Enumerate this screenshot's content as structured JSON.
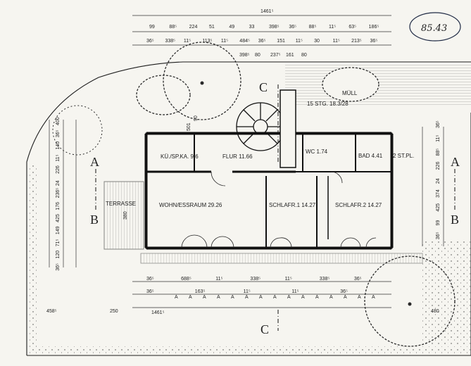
{
  "stamp": {
    "text": "85.43",
    "ink": "#1f2a44"
  },
  "colors": {
    "line": "#1d1d1d",
    "paper": "#f6f5f0",
    "tree": "#2a2a2a"
  },
  "rooms": [
    {
      "key": "kitchen",
      "label": "KÜ./SP.KA. 9.6"
    },
    {
      "key": "hall",
      "label": "FLUR 11.66"
    },
    {
      "key": "wc",
      "label": "WC 1.74"
    },
    {
      "key": "bath",
      "label": "BAD 4.41"
    },
    {
      "key": "living",
      "label": "WOHN/ESSRAUM 29.26"
    },
    {
      "key": "bed1",
      "label": "SCHLAFR.1 14.27"
    },
    {
      "key": "bed2",
      "label": "SCHLAFR.2 14.27"
    }
  ],
  "labels": {
    "terrace": "TERRASSE",
    "terrace_dim": "380",
    "muell": "MÜLL",
    "stairs": "15 STG. 18.3/28",
    "parking": "2 ST.PL."
  },
  "sections": {
    "a": "A",
    "b": "B",
    "c": "C"
  },
  "top_dims": {
    "overall": "1461⁵",
    "row1": [
      "99",
      "88⁵",
      "224",
      "51",
      "49",
      "33",
      "398⁵",
      "36⁵",
      "88⁵",
      "11⁵",
      "63⁵",
      "186⁵"
    ],
    "row2": [
      "36⁵",
      "338⁵",
      "11⁵",
      "113⁵",
      "11⁵",
      "484⁵",
      "36⁵",
      "151",
      "11⁵",
      "30",
      "11⁵",
      "213⁵",
      "36⁵"
    ],
    "row3": [
      "398⁵",
      "80",
      "237⁵",
      "161",
      "80"
    ]
  },
  "left_dims": [
    "400",
    "36⁵",
    "140",
    "11⁵",
    "226",
    "24",
    "236⁵",
    "176",
    "425",
    "149",
    "71⁵",
    "120",
    "36⁵"
  ],
  "right_dims": [
    "36⁵",
    "11⁵",
    "88⁵",
    "226",
    "24",
    "374",
    "425",
    "99",
    "36⁵"
  ],
  "inner_dims": [
    "501",
    "90"
  ],
  "bottom_dims": {
    "row1": [
      "36⁵",
      "688⁵",
      "11⁵",
      "338⁵",
      "11⁵",
      "338⁵",
      "36⁵"
    ],
    "row2": [
      "36⁵",
      "163⁵",
      "11⁵",
      "11⁵",
      "36⁵"
    ],
    "opening_marks": [
      "A",
      "A",
      "A",
      "A",
      "A",
      "A",
      "A",
      "A",
      "A",
      "A",
      "A",
      "A",
      "A",
      "A",
      "A"
    ],
    "overall": "1461⁵",
    "garden": [
      "458⁵",
      "250",
      "480"
    ]
  }
}
